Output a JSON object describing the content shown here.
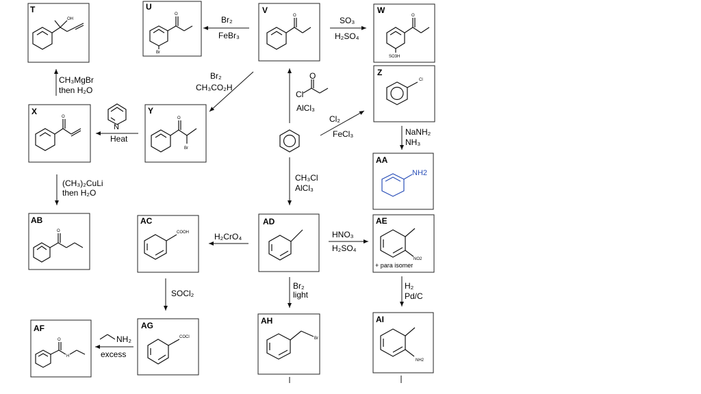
{
  "compounds": {
    "T": "T",
    "U": "U",
    "V": "V",
    "W": "W",
    "Z": "Z",
    "X": "X",
    "Y": "Y",
    "AA": "AA",
    "AB": "AB",
    "AC": "AC",
    "AD": "AD",
    "AE": "AE",
    "AF": "AF",
    "AG": "AG",
    "AH": "AH",
    "AI": "AI"
  },
  "atoms": {
    "oh": "OH",
    "o": "O",
    "br": "Br",
    "so3h": "SO3H",
    "cl": "Cl",
    "n": "N",
    "nh2": "NH2",
    "cooh": "COOH",
    "cocl": "COCl",
    "no2": "NO2",
    "h": "H"
  },
  "reagents": {
    "v_to_u_1": "Br₂",
    "v_to_u_2": "FeBr₃",
    "v_to_w_1": "SO₃",
    "v_to_w_2": "H₂SO₄",
    "v_to_y_1": "Br₂",
    "v_to_y_2": "CH₃CO₂H",
    "x_to_t_1": "CH₃MgBr",
    "x_to_t_2": "then H₂O",
    "y_to_x": "Heat",
    "benz_to_v_cl": "Cl",
    "benz_to_v_o": "O",
    "benz_to_v_2": "AlCl₃",
    "benz_to_z_1": "Cl₂",
    "benz_to_z_2": "FeCl₃",
    "z_to_aa_1": "NaNH₂",
    "z_to_aa_2": "NH₃",
    "x_to_ab_1": "(CH₃)₂CuLi",
    "x_to_ab_2": "then H₂O",
    "benz_to_ad_1": "CH₃Cl",
    "benz_to_ad_2": "AlCl₃",
    "ad_to_ac": "H₂CrO₄",
    "ad_to_ae_1": "HNO₃",
    "ad_to_ae_2": "H₂SO₄",
    "ae_note": "+ para isomer",
    "ac_to_ag": "SOCl₂",
    "ad_to_ah_1": "Br₂",
    "ad_to_ah_2": "light",
    "ae_to_ai_1": "H₂",
    "ae_to_ai_2": "Pd/C",
    "ag_to_af_1": "NH₂",
    "ag_to_af_2": "excess"
  }
}
